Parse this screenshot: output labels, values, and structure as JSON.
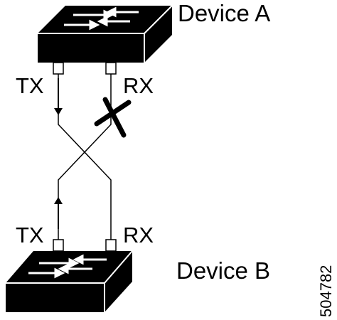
{
  "device_a": {
    "name": "Device A",
    "tx_label": "TX",
    "rx_label": "RX"
  },
  "device_b": {
    "name": "Device B",
    "tx_label": "TX",
    "rx_label": "RX"
  },
  "figure_number": "504782",
  "link_state": {
    "a_tx_to_b_rx": "working",
    "b_tx_to_a_rx": "broken"
  }
}
